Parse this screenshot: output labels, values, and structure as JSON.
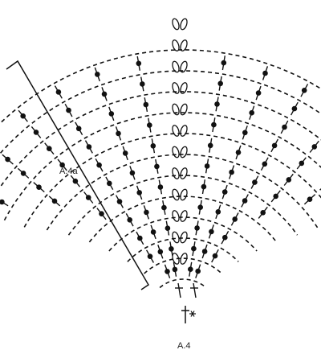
{
  "labels": {
    "section": "A.4a",
    "chart": "A.4"
  },
  "symbols": {
    "stitch": "dc-with-bobble-dot",
    "chain": "ch-dash",
    "loop": "ch-space-oval",
    "start": "dagger-start",
    "marker": "star-marker"
  },
  "colors": {
    "ink": "#111111",
    "background": "#ffffff"
  }
}
